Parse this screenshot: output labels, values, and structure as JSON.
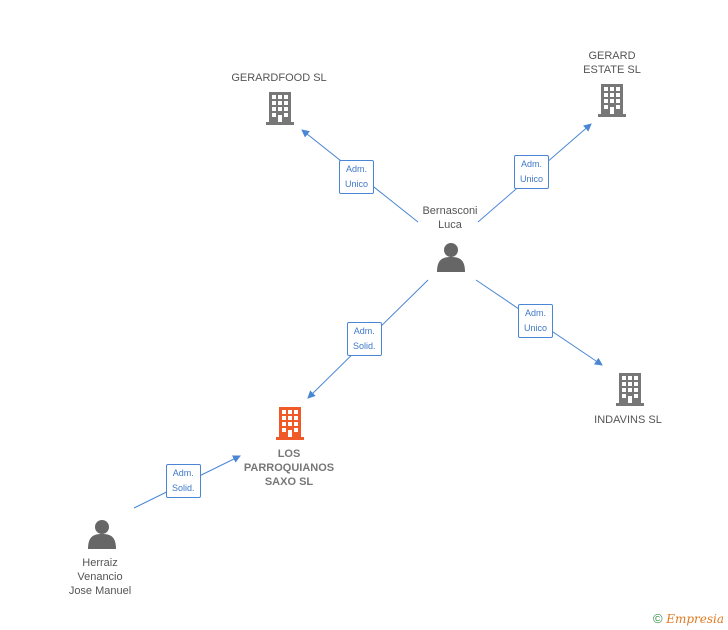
{
  "nodes": {
    "gerardfood": {
      "label": "GERARDFOOD SL",
      "type": "company"
    },
    "gerard_estate": {
      "label": "GERARD\nESTATE  SL",
      "type": "company"
    },
    "bernasconi": {
      "label": "Bernasconi\nLuca",
      "type": "person"
    },
    "los_parroquianos": {
      "label": "LOS\nPARROQUIANOS\nSAXO  SL",
      "type": "company-focus"
    },
    "indavins": {
      "label": "INDAVINS  SL",
      "type": "company"
    },
    "herraiz": {
      "label": "Herraiz\nVenancio\nJose Manuel",
      "type": "person"
    }
  },
  "edges": {
    "e1": {
      "label": "Adm.\nUnico"
    },
    "e2": {
      "label": "Adm.\nUnico"
    },
    "e3": {
      "label": "Adm.\nSolid."
    },
    "e4": {
      "label": "Adm.\nUnico"
    },
    "e5": {
      "label": "Adm.\nSolid."
    }
  },
  "colors": {
    "edge": "#4a86d4",
    "company": "#777777",
    "focus": "#f05a28",
    "person": "#666666"
  },
  "footer": {
    "copyright": "©",
    "brand": "Empresia"
  }
}
